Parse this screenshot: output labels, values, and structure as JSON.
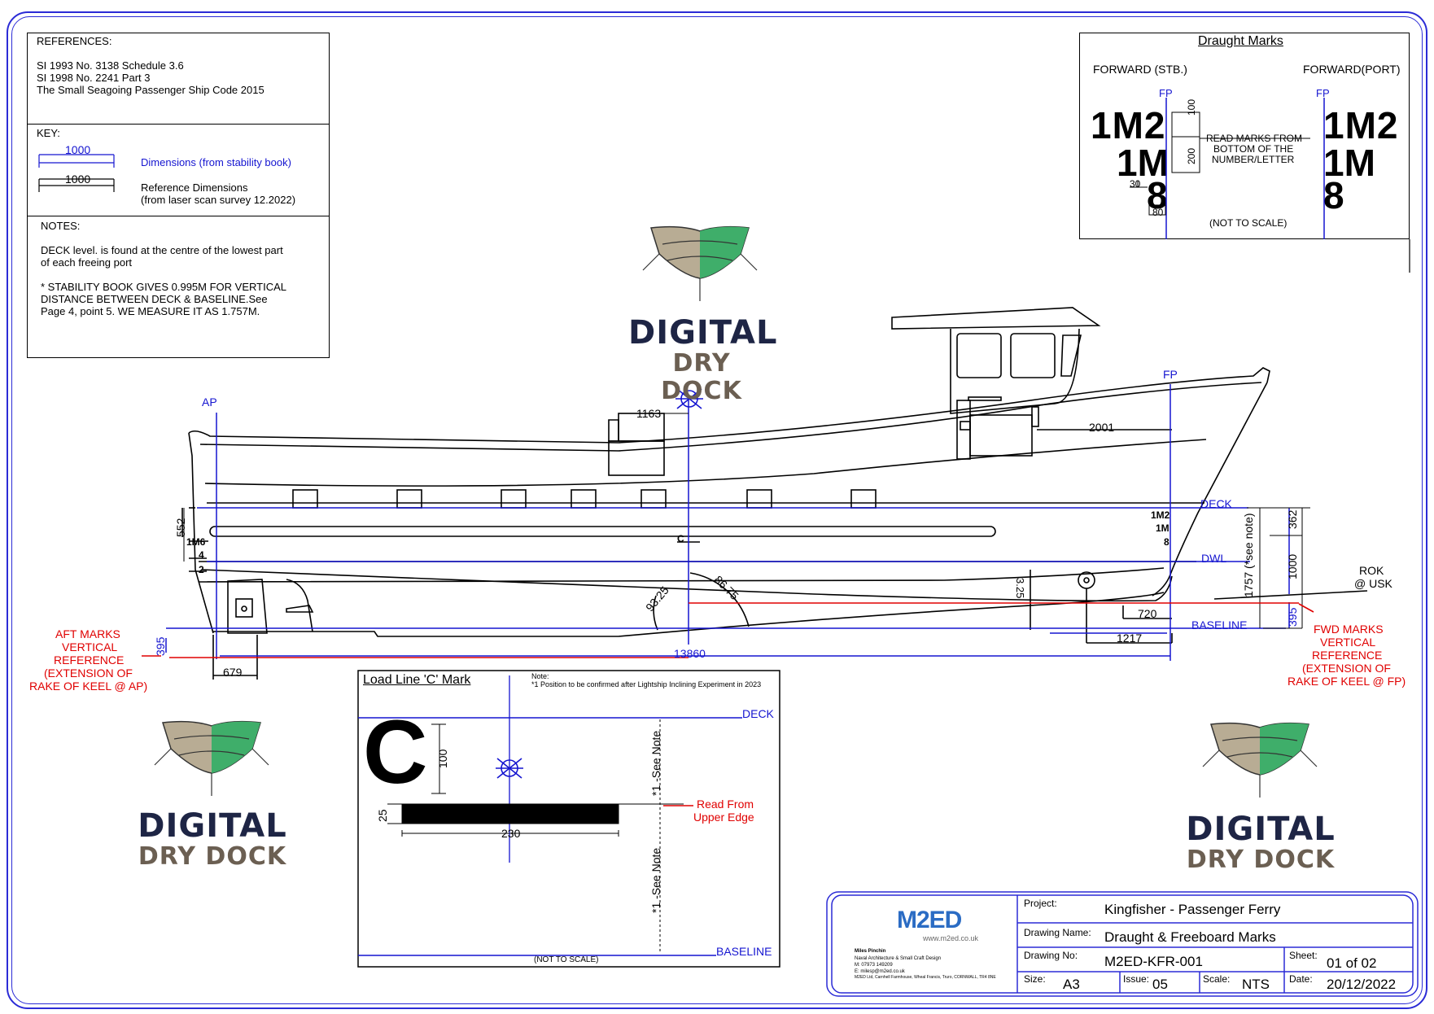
{
  "references": {
    "heading": "REFERENCES:",
    "lines": [
      "SI 1993 No. 3138 Schedule 3.6",
      "SI 1998 No. 2241 Part 3",
      "The Small Seagoing Passenger Ship Code 2015"
    ]
  },
  "key": {
    "heading": "KEY:",
    "dim_value_1": "1000",
    "dim_label_1": "Dimensions (from stability book)",
    "dim_value_2": "1000",
    "dim_label_2a": "Reference Dimensions",
    "dim_label_2b": "(from laser scan survey 12.2022)"
  },
  "notes": {
    "heading": "NOTES:",
    "lines1": [
      "DECK level. is found at the centre of the lowest part",
      "of each freeing port"
    ],
    "lines2": [
      "* STABILITY BOOK GIVES 0.995M FOR VERTICAL",
      "DISTANCE BETWEEN DECK & BASELINE.See",
      "Page 4, point 5. WE MEASURE IT AS 1.757M."
    ]
  },
  "draught_marks": {
    "title": "Draught Marks",
    "fwd_stb": "FORWARD (STB.)",
    "fwd_port": "FORWARD(PORT)",
    "fp": "FP",
    "mark_1m2": "1M2",
    "mark_1m": "1M",
    "mark_8": "8",
    "dim_100": "100",
    "dim_200": "200",
    "dim_30": "30",
    "dim_80": "80",
    "read_note": [
      "READ MARKS FROM",
      "BOTTOM OF THE",
      "NUMBER/LETTER"
    ],
    "not_to_scale": "(NOT TO SCALE)"
  },
  "logo": {
    "word1": "DIGITAL",
    "word2": "DRY DOCK"
  },
  "profile": {
    "ap": "AP",
    "fp": "FP",
    "deck": "DECK",
    "dwl": "DWL",
    "baseline": "BASELINE",
    "rok": "ROK",
    "usk": "@ USK",
    "dim_1163": "1163",
    "dim_2001": "2001",
    "dim_552": "552",
    "dim_362": "362",
    "dim_1000": "1000",
    "dim_1757": "1757 (*see note)",
    "dim_395a": "395",
    "dim_395b": "395",
    "dim_720": "720",
    "dim_1217": "1217",
    "dim_13860": "13860",
    "dim_679": "679",
    "ang_9325": "93.25",
    "ang_8675": "86.75",
    "ang_325": "3.25",
    "mark_1m6": "1M6",
    "mark_4": "4",
    "mark_2": "2",
    "mark_fwd_1m2": "1M2",
    "mark_fwd_1m": "1M",
    "mark_fwd_8": "8",
    "mark_c": "C",
    "aft_ref": [
      "AFT MARKS",
      "VERTICAL",
      "REFERENCE",
      "(EXTENSION OF",
      "RAKE OF KEEL @ AP)"
    ],
    "fwd_ref": [
      "FWD MARKS",
      "VERTICAL",
      "REFERENCE",
      "(EXTENSION OF",
      "RAKE OF KEEL @ FP)"
    ]
  },
  "loadline": {
    "title": "Load Line 'C' Mark",
    "note1": "Note:",
    "note2": "*1 Position to be confirmed after Lightship Inclining Experiment in 2023",
    "deck": "DECK",
    "baseline": "BASELINE",
    "letter": "C",
    "dim_100": "100",
    "dim_25": "25",
    "dim_230": "230",
    "see_note_1": "*1 -See Note",
    "see_note_2": "*1 -See Note",
    "read_from": [
      "Read From",
      "Upper Edge"
    ],
    "not_to_scale": "(NOT TO SCALE)"
  },
  "title_block": {
    "company_logo": "M2ED",
    "company_url": "www.m2ed.co.uk",
    "company_lines": [
      "Miles Pinchin",
      "Naval Architecture & Small Craft Design",
      "M: 07973 149209",
      "E: milesp@m2ed.co.uk",
      "M2ED Ltd, Carnhell Farmhouse, Wheal Francis, Truro, CORNWALL, TR4 8NE"
    ],
    "project_label": "Project:",
    "project_value": "Kingfisher - Passenger Ferry",
    "drawing_name_label": "Drawing Name:",
    "drawing_name_value": "Draught & Freeboard Marks",
    "drawing_no_label": "Drawing No:",
    "drawing_no_value": "M2ED-KFR-001",
    "sheet_label": "Sheet:",
    "sheet_value": "01 of 02",
    "size_label": "Size:",
    "size_value": "A3",
    "issue_label": "Issue:",
    "issue_value": "05",
    "scale_label": "Scale:",
    "scale_value": "NTS",
    "date_label": "Date:",
    "date_value": "20/12/2022"
  },
  "colors": {
    "frame": "#2b2bd6",
    "dimension_blue": "#1515d0",
    "reference_red": "#e00000",
    "logo_navy": "#1e2545",
    "logo_brown": "#6b5f52"
  }
}
